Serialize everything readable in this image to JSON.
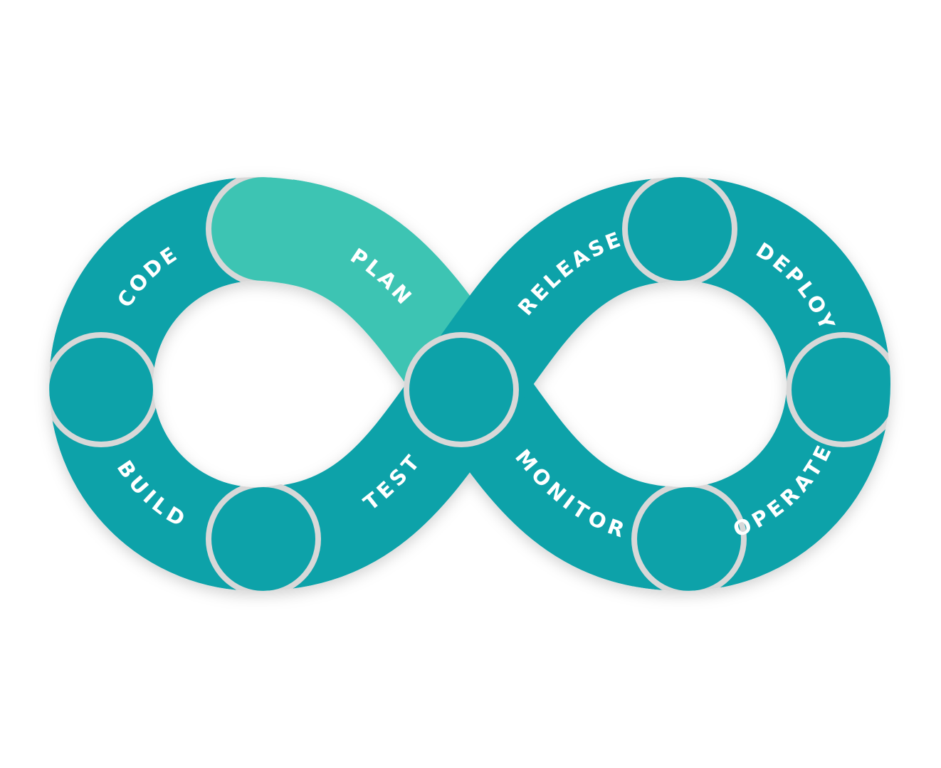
{
  "diagram": {
    "stages": {
      "plan": "PLAN",
      "code": "CODE",
      "build": "BUILD",
      "test": "TEST",
      "release": "RELEASE",
      "deploy": "DEPLOY",
      "operate": "OPERATE",
      "monitor": "MONITOR"
    },
    "colors": {
      "primary": "#0fa2a9",
      "highlight": "#3ec4b3",
      "separator": "#d8d8d8",
      "text": "#ffffff"
    }
  }
}
